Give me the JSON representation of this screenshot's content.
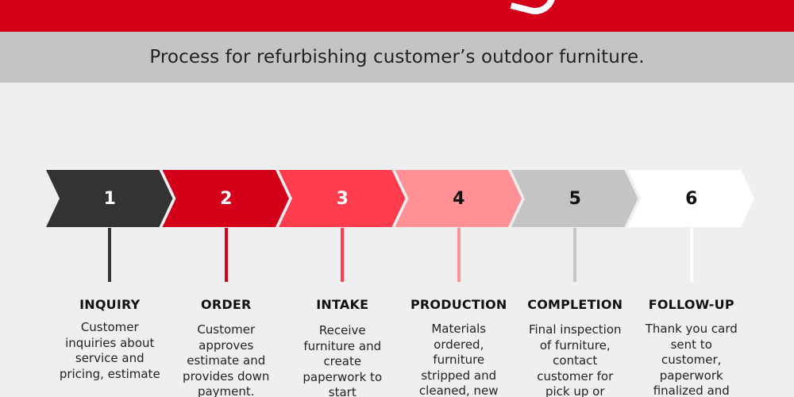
{
  "subtitle": "Process for refurbishing customer’s outdoor furniture.",
  "stages": [
    {
      "number": "1",
      "title": "INQUIRY",
      "description": "Customer inquiries about service and pricing, estimate",
      "color": "#333333",
      "number_color": "#ffffff"
    },
    {
      "number": "2",
      "title": "ORDER",
      "description": "Customer approves estimate and provides down payment.",
      "color": "#d4001a",
      "number_color": "#ffffff"
    },
    {
      "number": "3",
      "title": "INTAKE",
      "description": "Receive furniture and create paperwork to start",
      "color": "#ff3d4f",
      "number_color": "#ffffff"
    },
    {
      "number": "4",
      "title": "PRODUCTION",
      "description": "Materials ordered, furniture stripped and cleaned, new",
      "color": "#ff9095",
      "number_color": "#111111"
    },
    {
      "number": "5",
      "title": "COMPLETION",
      "description": "Final inspection of furniture, contact customer for pick up or",
      "color": "#c4c4c4",
      "number_color": "#111111"
    },
    {
      "number": "6",
      "title": "FOLLOW-UP",
      "description": "Thank you card sent to customer, paperwork finalized and",
      "color": "#ffffff",
      "number_color": "#111111"
    }
  ]
}
